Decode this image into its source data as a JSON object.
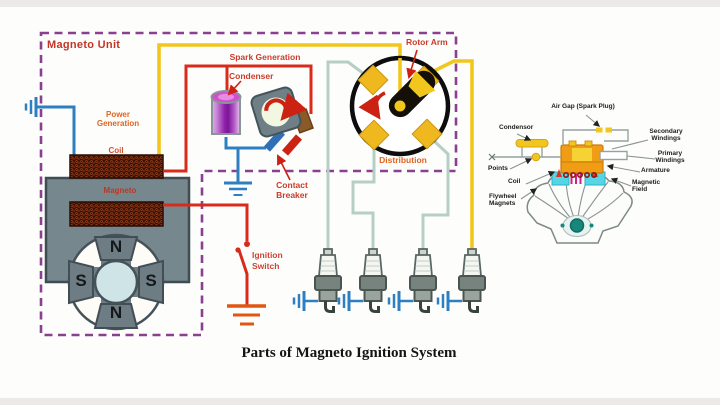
{
  "title": "Parts of Magneto Ignition System",
  "colors": {
    "dashed_border": "#8a3f8f",
    "wire_red": "#d92b1c",
    "wire_yellow": "#f2c71d",
    "wire_blue": "#2e7fc2",
    "wire_teal": "#b7cec5",
    "label_red": "#cc3a28",
    "label_orange": "#e0641f",
    "body_gray": "#76878d",
    "condenser_purple": "#8e22a8",
    "pad_gold": "#f0b81f",
    "ground_orange": "#e05612"
  },
  "diagram": {
    "box_label": "Magneto Unit",
    "labels": {
      "power_generation": "Power\nGeneration",
      "coil": "Coil",
      "magneto": "Magneto",
      "spark_generation": "Spark Generation",
      "condenser": "Condenser",
      "contact_breaker": "Contact\nBreaker",
      "ignition_switch": "Ignition\nSwitch",
      "rotor_arm": "Rotor Arm",
      "distribution": "Distribution"
    },
    "poles": [
      "N",
      "S",
      "S",
      "N"
    ],
    "spark_plug_count": 4,
    "caption": "Parts of Magneto Ignition System"
  },
  "inset": {
    "labels": {
      "air_gap": "Air Gap (Spark Plug)",
      "condensor": "Condensor",
      "points": "Points",
      "coil": "Coil",
      "flywheel_magnets": "Flywheel\nMagnets",
      "secondary_windings": "Secondary\nWindings",
      "primary_windings": "Primary\nWindings",
      "armature": "Armature",
      "magnetic_field": "Magnetic\nField"
    }
  }
}
